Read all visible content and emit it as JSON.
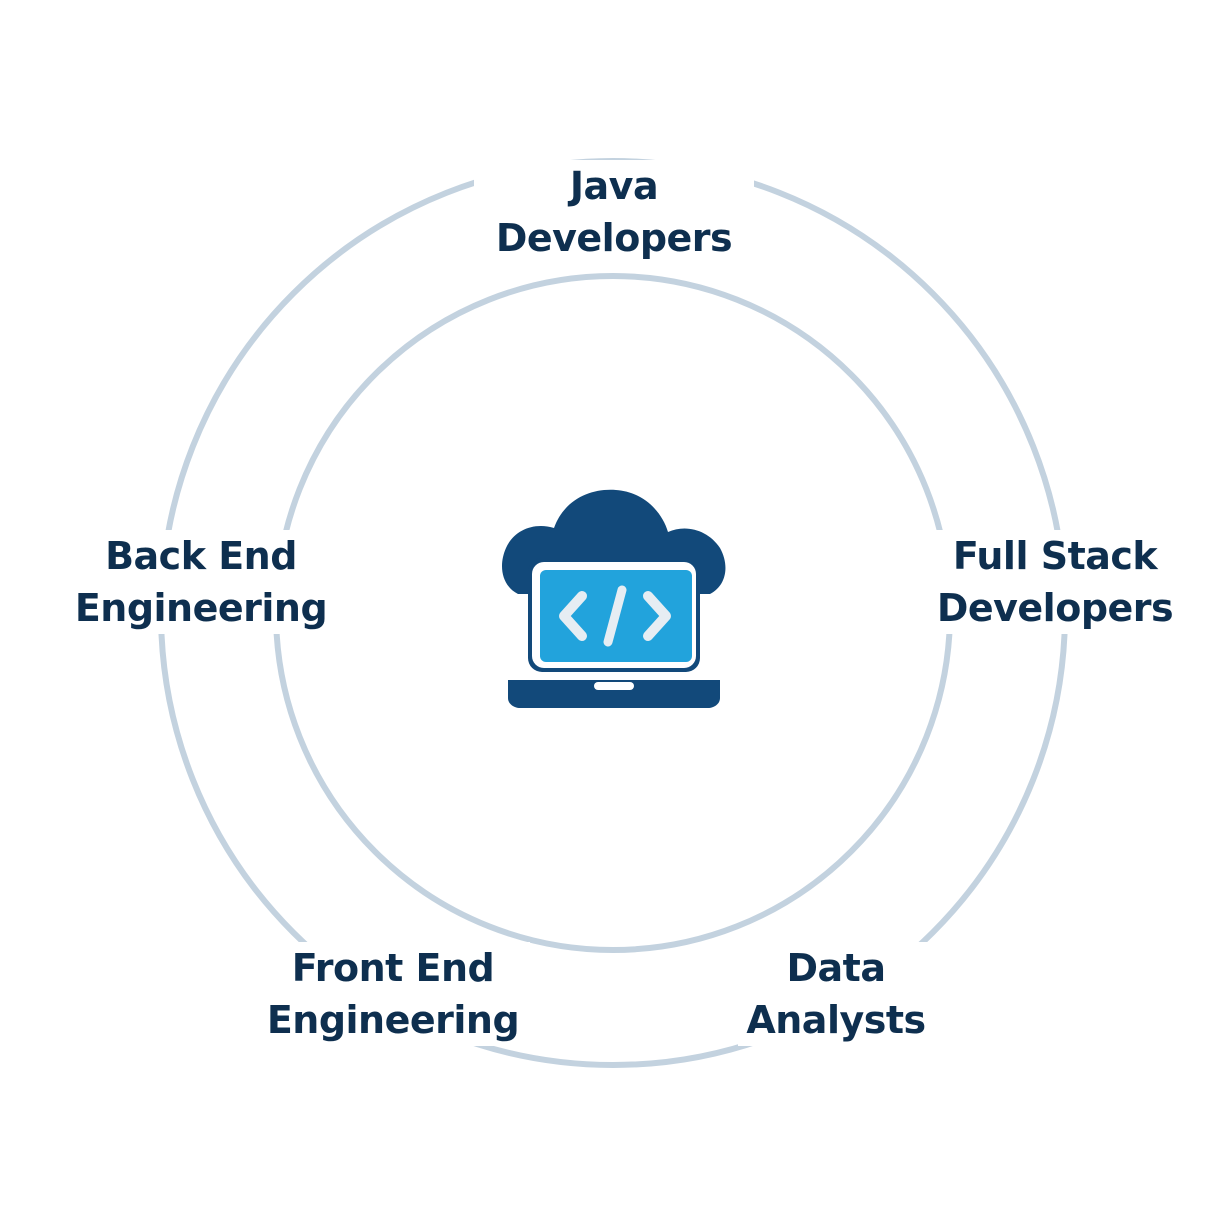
{
  "center_icon": "cloud-laptop-code-icon",
  "colors": {
    "text": "#0e2f4f",
    "ring": "#c3d2df",
    "icon_dark": "#12497a",
    "icon_screen": "#22a3dc",
    "icon_code": "#e6edf3"
  },
  "roles": [
    {
      "key": "java",
      "lines": [
        "Java",
        "Developers"
      ]
    },
    {
      "key": "fullstack",
      "lines": [
        "Full Stack",
        "Developers"
      ]
    },
    {
      "key": "data",
      "lines": [
        "Data",
        "Analysts"
      ]
    },
    {
      "key": "frontend",
      "lines": [
        "Front End",
        "Engineering"
      ]
    },
    {
      "key": "backend",
      "lines": [
        "Back End",
        "Engineering"
      ]
    }
  ]
}
